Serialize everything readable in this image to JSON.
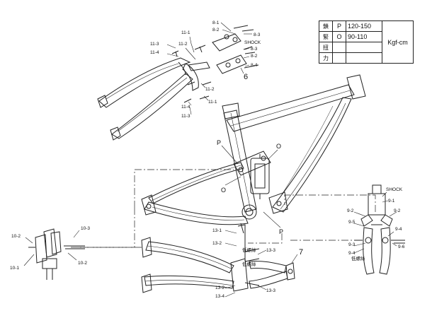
{
  "torque_table": {
    "header_chars": [
      "鎖",
      "緊",
      "扭",
      "力"
    ],
    "rows": [
      {
        "key": "P",
        "value": "120-150"
      },
      {
        "key": "O",
        "value": "90-110"
      }
    ],
    "unit": "Kgf-cm"
  },
  "labels": {
    "rear": {
      "l11_1a": "11-1",
      "l11_2a": "11-2",
      "l11_3a": "11-3",
      "l11_4a": "11-4",
      "l11_2b": "11-2",
      "l11_1b": "11-1",
      "l11_4b": "11-4",
      "l11_3b": "11-3"
    },
    "shock_mount": {
      "l8_1": "8-1",
      "l8_2a": "8-2",
      "l8_3a": "8-3",
      "shock": "SHOCK",
      "l8_3b": "8-3",
      "l8_2b": "8-2",
      "l8_4": "8-4",
      "l6": "6"
    },
    "frame": {
      "p_top": "P",
      "o_top": "O",
      "o_left": "O",
      "p_bottom": "P"
    },
    "left_pivot": {
      "l10_2a": "10-2",
      "l10_3": "10-3",
      "l10_1": "10-1",
      "l10_2b": "10-2"
    },
    "swingarm": {
      "l13_1": "13-1",
      "l13_2a": "13-2",
      "l13_3a": "13-3",
      "l7": "7",
      "l13_2b": "13-2",
      "l13_4": "13-4",
      "l13_3b": "13-3",
      "cn_a": "低螺絲",
      "cn_b": "低螺絲"
    },
    "right_shock": {
      "shock": "SHOCK",
      "l9_1": "9-1",
      "l9_2a": "9-2",
      "l9_2b": "9-2",
      "l9_5": "9-5",
      "l9_4a": "9-4",
      "l9_3": "9-3",
      "l9_4b": "9-4",
      "l9_6": "9-6",
      "cn": "低螺絲"
    }
  }
}
